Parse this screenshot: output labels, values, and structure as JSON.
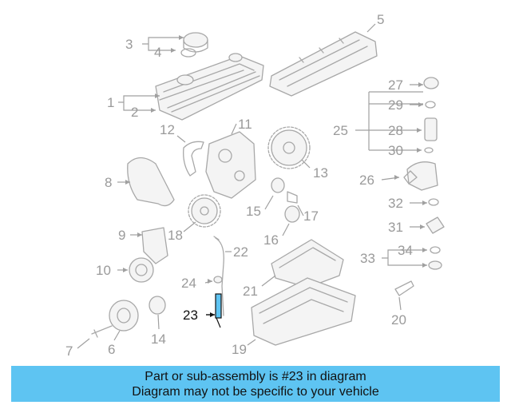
{
  "callouts": [
    "1",
    "2",
    "3",
    "4",
    "5",
    "6",
    "7",
    "8",
    "9",
    "10",
    "11",
    "12",
    "13",
    "14",
    "15",
    "16",
    "17",
    "19",
    "20",
    "21",
    "22",
    "23",
    "24",
    "25",
    "26",
    "27",
    "28",
    "29",
    "30",
    "31",
    "32",
    "33",
    "34"
  ],
  "highlight": {
    "part_number": "23",
    "color": "#5ec4f2"
  },
  "banner": {
    "line1": "Part or sub-assembly is #23 in diagram",
    "line2": "Diagram may not be specific to your vehicle"
  }
}
